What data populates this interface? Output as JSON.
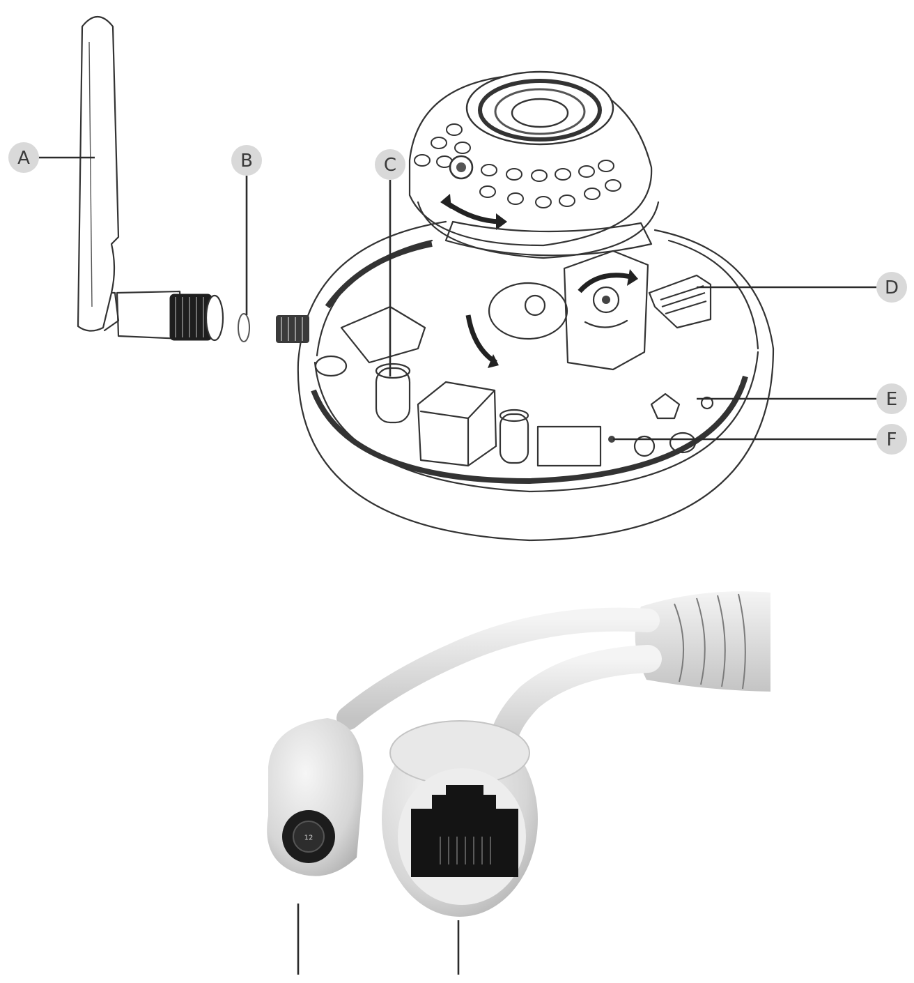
{
  "diagram": {
    "callouts": [
      {
        "id": "A",
        "label": "A"
      },
      {
        "id": "B",
        "label": "B"
      },
      {
        "id": "C",
        "label": "C"
      },
      {
        "id": "D",
        "label": "D"
      },
      {
        "id": "E",
        "label": "E"
      },
      {
        "id": "F",
        "label": "F"
      }
    ],
    "connector_jack_marking": "12"
  }
}
